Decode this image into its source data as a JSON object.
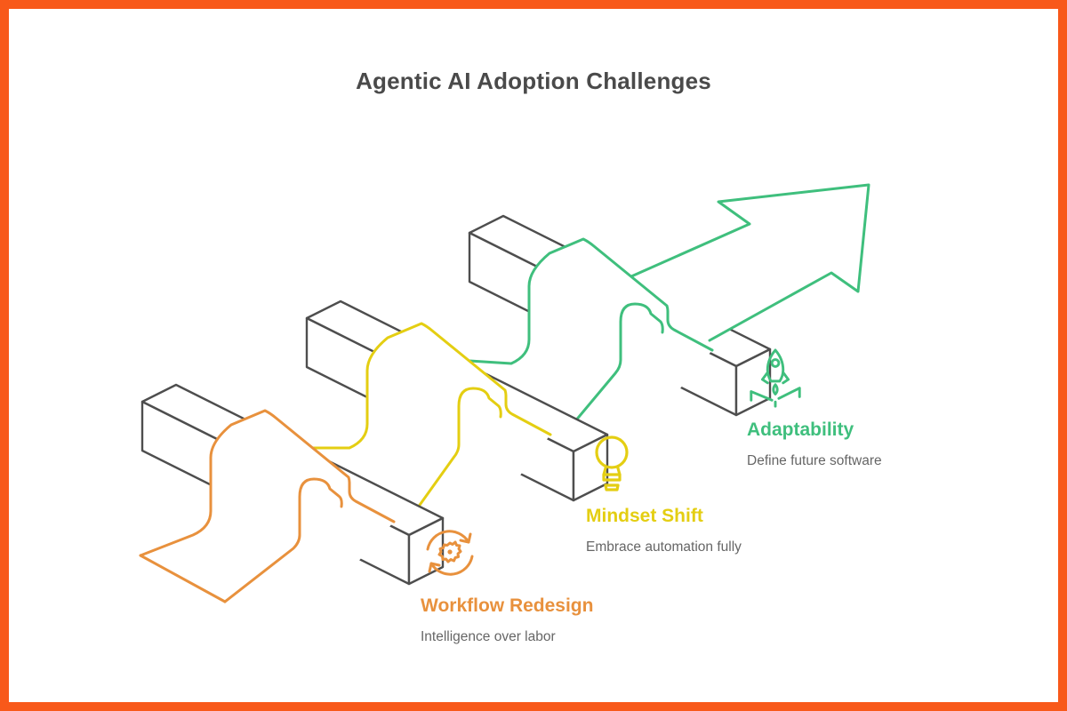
{
  "page": {
    "title": "Agentic AI Adoption Challenges"
  },
  "colors": {
    "frame": "#F8591A",
    "orange": "#E8913D",
    "yellow": "#E4CE12",
    "green": "#3FBF7D",
    "title_text": "#4A4A4A",
    "subtitle_text": "#666666",
    "bar_outline": "#4E4E4E"
  },
  "stages": [
    {
      "id": "workflow-redesign",
      "label": "Workflow Redesign",
      "description": "Intelligence over labor",
      "color": "#E8913D",
      "icon": "gear-sync-icon"
    },
    {
      "id": "mindset-shift",
      "label": "Mindset Shift",
      "description": "Embrace automation fully",
      "color": "#E4CE12",
      "icon": "lightbulb-icon"
    },
    {
      "id": "adaptability",
      "label": "Adaptability",
      "description": "Define future software",
      "color": "#3FBF7D",
      "icon": "rocket-launch-icon"
    }
  ],
  "diagram": {
    "description": "Ribbon path climbing over three hurdle bars, ending in an upward growth arrow",
    "hurdle_count": 3
  }
}
